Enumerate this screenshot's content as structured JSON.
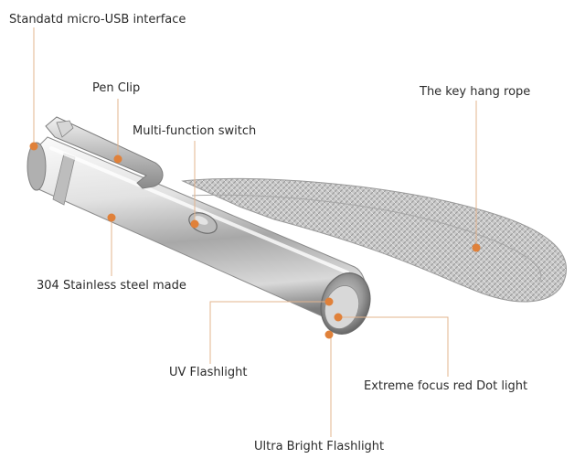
{
  "diagram": {
    "labels": {
      "usb_interface": "Standatd micro-USB interface",
      "pen_clip": "Pen Clip",
      "switch": "Multi-function switch",
      "hang_rope": "The key hang rope",
      "stainless": "304 Stainless steel made",
      "uv_light": "UV Flashlight",
      "red_dot": "Extreme focus red Dot light",
      "bright_light": "Ultra Bright Flashlight"
    },
    "colors": {
      "leader_line": "#e3b48e",
      "marker_dot": "#e0813a",
      "label_text": "#2b2b2b",
      "steel_light": "#f4f4f4",
      "steel_dark": "#8d8d8d",
      "rope": "#b9b9b9"
    }
  }
}
